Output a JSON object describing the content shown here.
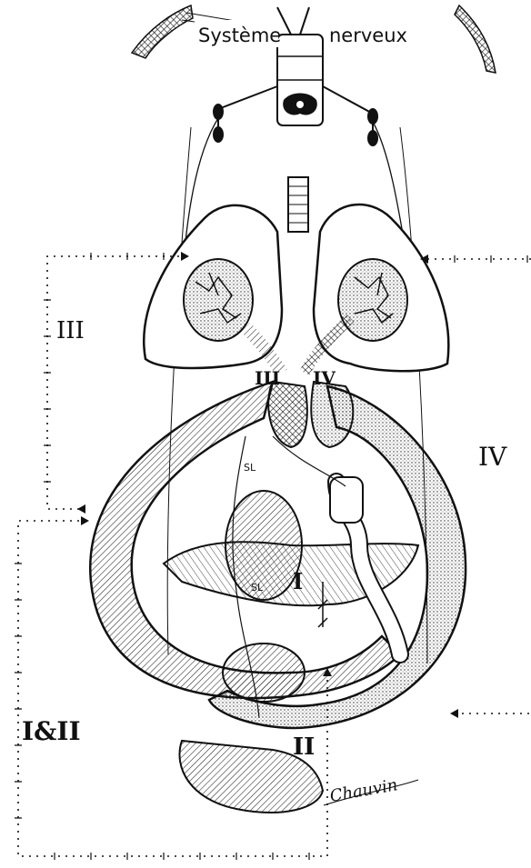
{
  "header": {
    "left_word": "Système",
    "right_word": "nerveux"
  },
  "labels": {
    "circuit_iii_side": "III",
    "circuit_iv_side": "IV",
    "circuit_i_ii_side": "I&II",
    "heart_left": "III",
    "heart_right": "IV",
    "center_i": "I",
    "lower_ii": "II",
    "sl_upper": "SL",
    "sl_lower": "SL"
  },
  "signature": "Chauvin",
  "colors": {
    "ink": "#111111",
    "paper": "#ffffff"
  }
}
